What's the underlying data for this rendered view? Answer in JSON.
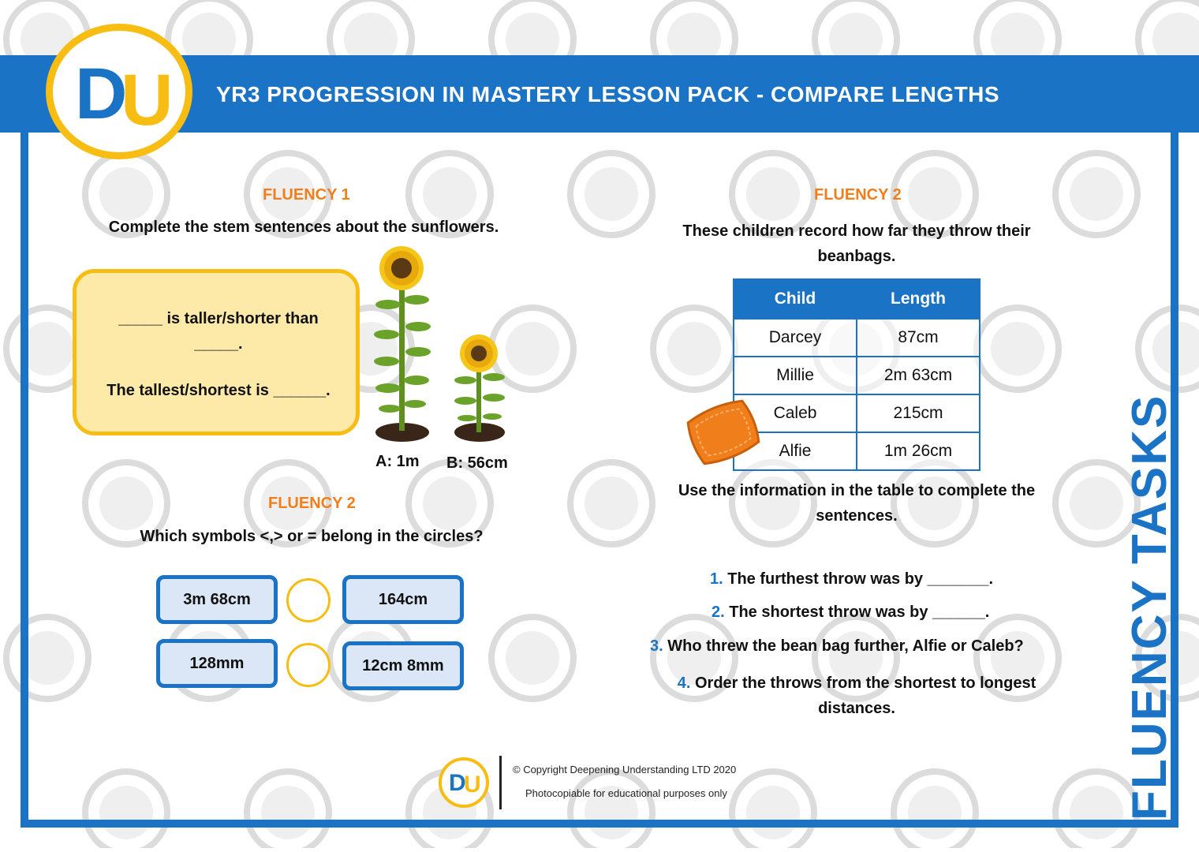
{
  "header": {
    "title": "YR3 PROGRESSION IN MASTERY LESSON PACK - COMPARE LENGTHS"
  },
  "logo": {
    "text_d": "D",
    "text_u": "U"
  },
  "side_title": "FLUENCY TASKS",
  "fluency1": {
    "title": "FLUENCY 1",
    "instruction": "Complete the stem sentences about the sunflowers.",
    "stem_line1": "_____ is taller/shorter than _____.",
    "stem_line2": "The tallest/shortest is ______.",
    "sunflower_a": "A: 1m",
    "sunflower_b": "B: 56cm"
  },
  "fluency2_left": {
    "title": "FLUENCY 2",
    "instruction": "Which symbols <,> or = belong in the circles?",
    "rows": [
      {
        "left": "3m 68cm",
        "right": "164cm"
      },
      {
        "left": "128mm",
        "right": "12cm 8mm"
      }
    ]
  },
  "fluency2_right": {
    "title": "FLUENCY 2",
    "instruction": "These children record how far they throw their beanbags.",
    "table": {
      "headers": [
        "Child",
        "Length"
      ],
      "rows": [
        [
          "Darcey",
          "87cm"
        ],
        [
          "Millie",
          "2m 63cm"
        ],
        [
          "Caleb",
          "215cm"
        ],
        [
          "Alfie",
          "1m 26cm"
        ]
      ]
    },
    "instruction2": "Use the information in the table to complete the sentences.",
    "questions": [
      {
        "num": "1.",
        "text": "The furthest throw was by _______."
      },
      {
        "num": "2.",
        "text": "The shortest throw was by ______."
      },
      {
        "num": "3.",
        "text": "Who threw the bean bag further, Alfie or Caleb?"
      },
      {
        "num": "4.",
        "text": "Order the throws from the shortest to longest distances."
      }
    ]
  },
  "footer": {
    "copyright": "© Copyright Deepening Understanding LTD 2020",
    "note": "Photocopiable for educational purposes only"
  },
  "colors": {
    "blue": "#1a73c5",
    "yellow": "#f7bd13",
    "orange": "#f07e1b"
  }
}
